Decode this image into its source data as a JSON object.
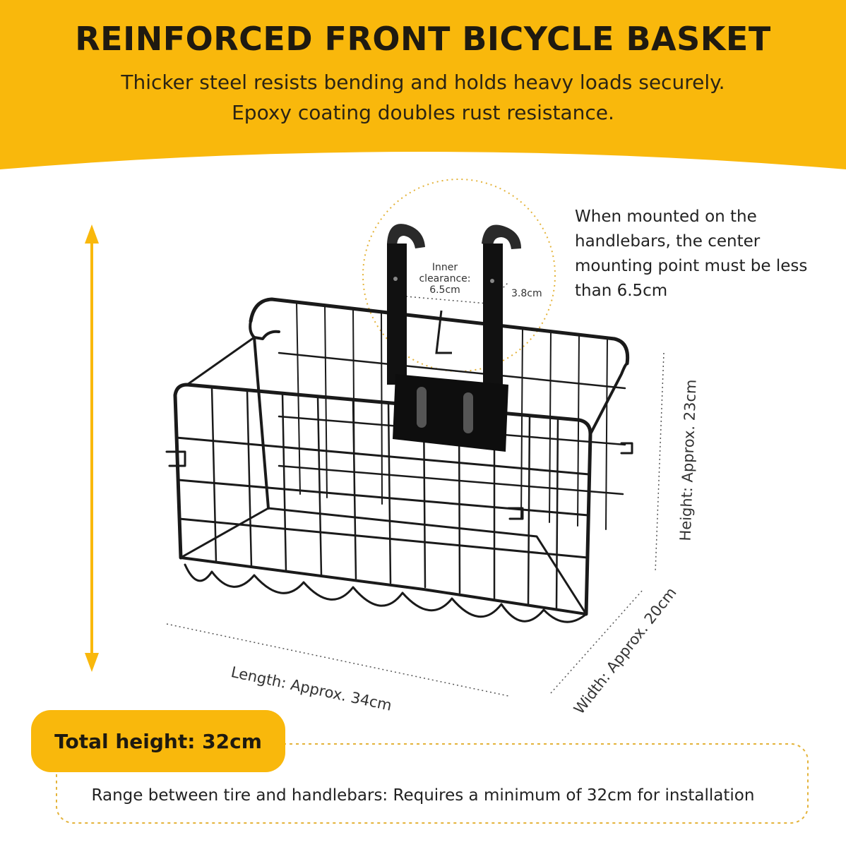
{
  "header": {
    "title": "REINFORCED FRONT BICYCLE BASKET",
    "subtitle_line1": "Thicker steel resists bending and holds heavy loads securely.",
    "subtitle_line2": "Epoxy coating doubles rust resistance."
  },
  "mounting_note": "When mounted on the handlebars, the center mounting point must be less than 6.5cm",
  "callout": {
    "inner_line1": "Inner",
    "inner_line2": "clearance:",
    "inner_line3": "6.5cm",
    "hook_size": "3.8cm"
  },
  "dimensions": {
    "height": "Height: Approx. 23cm",
    "length": "Length: Approx. 34cm",
    "width": "Width: Approx. 20cm"
  },
  "footer": {
    "total_height": "Total height: 32cm",
    "range": "Range between tire and handlebars: Requires a minimum of 32cm for installation"
  },
  "colors": {
    "accent": "#f9b80c",
    "wire": "#1a1a1a"
  }
}
